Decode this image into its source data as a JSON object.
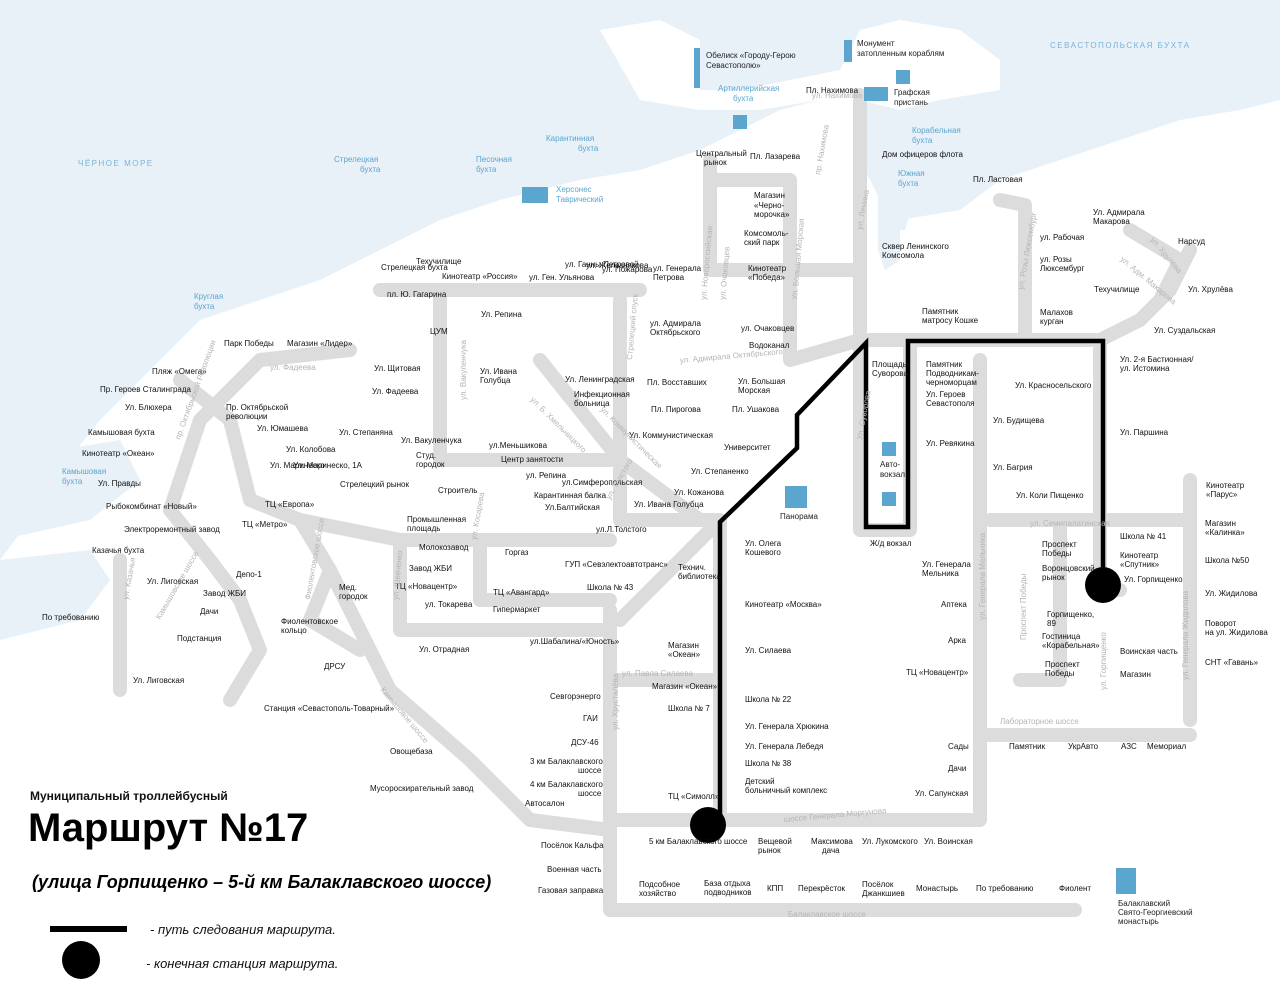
{
  "legend": {
    "title_small": "Муниципальный троллейбусный",
    "title": "Маршрут №17",
    "subtitle": "(улица Горпищенко – 5-й км Балаклавского шоссе)",
    "line_desc": "- путь следования маршрута.",
    "dot_desc": "- конечная станция маршрута."
  },
  "water": {
    "black_sea": "ЧЁРНОЕ МОРЕ",
    "sev_bay": "СЕВАСТОПОЛЬСКАЯ БУХТА",
    "strelets1": "Стрелецкая",
    "strelets2": "бухта",
    "pesoch1": "Песочная",
    "pesoch2": "бухта",
    "karant1": "Карантинная",
    "karant2": "бухта",
    "artil1": "Артиллерийская",
    "artil2": "бухта",
    "korab1": "Корабельная",
    "korab2": "бухта",
    "yuzh1": "Южная",
    "yuzh2": "бухта",
    "krug1": "Круглая",
    "krug2": "бухта",
    "kam1": "Камышовая",
    "kam2": "бухта",
    "hers1": "Херсонес",
    "hers2": "Таврический"
  },
  "poi": {
    "obelisk1": "Обелиск «Городу-Герою",
    "obelisk2": "Севастополю»",
    "monument1": "Монумент",
    "monument2": "затопленным кораблям",
    "graf1": "Графская",
    "graf2": "пристань",
    "panorama": "Панорама",
    "avto1": "Авто-",
    "avto2": "вокзал",
    "monast1": "Балаклавский",
    "monast2": "Свято-Георгиевский",
    "monast3": "монастырь"
  },
  "stops": [
    "Пл. Нахимова",
    "Пл. Лазарева",
    "Дом офицеров флота",
    "Центральный",
    "рынок",
    "Магазин",
    "«Черно-",
    "морочка»",
    "Комсомоль-",
    "ский парк",
    "Кинотеатр",
    "«Победа»",
    "Сквер Ленинского",
    "Комсомола",
    "Пл. Ластовая",
    "Ул. Адмирала",
    "Макарова",
    "Нарсуд",
    "ул. Рабочая",
    "ул. Розы",
    "Люксембург",
    "Техучилище",
    "Ул. Хрулёва",
    "Малахов",
    "курган",
    "Ул. Суздальская",
    "Памятник",
    "матросу Кошке",
    "Ул. 2-я Бастионная/",
    "ул. Истомина",
    "Площадь",
    "Суворова",
    "Памятник",
    "Подводникам-",
    "черноморцам",
    "Ул. Героев",
    "Севастополя",
    "Ул. Красносельского",
    "Ул. Паршина",
    "Ул. Ревякина",
    "Ул. Будищева",
    "Ул. Багрия",
    "Ул. Коли Пищенко",
    "Кинотеатр",
    "«Парус»",
    "Школа № 41",
    "Магазин",
    "«Калинка»",
    "Кинотеатр",
    "«Спутник»",
    "Ул. Горпищенко",
    "Школа №50",
    "Ул. Жидилова",
    "Проспект",
    "Победы",
    "Воронцовский",
    "рынок",
    "Горпищенко,",
    "89",
    "Гостиница",
    "«Корабельная»",
    "Поворот",
    "на ул. Жидилова",
    "Проспект",
    "Победы",
    "Воинская часть",
    "СНТ «Гавань»",
    "Магазин",
    "Ж/д вокзал",
    "Ул. Генерала",
    "Мельника",
    "Аптека",
    "Арка",
    "ТЦ «Новацентр»",
    "Сады",
    "Дачи",
    "Ул. Сапунская",
    "Памятник",
    "УкрАвто",
    "АЗС",
    "Мемориал",
    "ул. Генерала",
    "Петрова",
    "ул. Адмирала",
    "Октябрьского",
    "ул. Очаковцев",
    "Водоканал",
    "Пл. Восставших",
    "Ул. Большая",
    "Морская",
    "Пл. Пирогова",
    "Пл. Ушакова",
    "Университет",
    "Ул. Степаненко",
    "Ул. Кожанова",
    "Ул. Ивана Голубца",
    "Ул. Коммунистическая",
    "Ул. Ленинградская",
    "Инфекционная",
    "больница",
    "Ул. Олега",
    "Кошевого",
    "Технич.",
    "библиотека",
    "Кинотеатр «Москва»",
    "Ул. Силаева",
    "Школа № 22",
    "Ул. Генерала Хрюкина",
    "Ул. Генерала Лебедя",
    "Школа № 38",
    "Детский",
    "больничный комплекс",
    "ТЦ «Симолл»",
    "5 км Балаклавского шоссе",
    "Вещевой",
    "рынок",
    "Максимова",
    "дача",
    "Ул. Лукомского",
    "Ул. Воинская",
    "Подсобное",
    "хозяйство",
    "База отдыха",
    "подводников",
    "КПП",
    "Перекрёсток",
    "Посёлок",
    "Джанкшиев",
    "Монастырь",
    "По требованию",
    "Фиолент",
    "Магазин",
    "«Океан»",
    "Магазин «Океан»",
    "Школа № 7",
    "Севгорэнерго",
    "ГАИ",
    "ДСУ-46",
    "3 км Балаклавского",
    "шоссе",
    "4 км Балаклавского",
    "шоссе",
    "Автосалон",
    "Посёлок Кальфа",
    "Военная часть",
    "Газовая заправка",
    "ГУП «Севэлектоавтотранс»",
    "Школа № 43",
    "ТЦ «Авангард»",
    "Гипермаркет",
    "ул.Шабалина/«Юность»",
    "ул.Л.Толстого",
    "Карантинная балка",
    "Ул.Балтийская",
    "ул.Симферопольская",
    "ул. Репина",
    "Центр занятости",
    "ул.Меньшикова",
    "Горгаз",
    "Строитель",
    "Промышленная",
    "площадь",
    "Молокозавод",
    "Завод ЖБИ",
    "ТЦ «Новацентр»",
    "ул. Токарева",
    "Ул. Отрадная",
    "Ул. Вакуленчука",
    "Студ.",
    "городок",
    "ЦУМ",
    "Ул. Репина",
    "Ул. Ивана",
    "Голубца",
    "Ул. Степаняна",
    "Ул. Колобова",
    "Ул. Юмашева",
    "Пр. Октябрьской",
    "революции",
    "Ул. Фадеева",
    "Ул. Щитовая",
    "Магазин «Лидер»",
    "Парк Победы",
    "Пляж «Омега»",
    "Пр. Героев Сталинграда",
    "Ул. Блюхера",
    "Камышовая бухта",
    "Кинотеатр «Океан»",
    "Ул. Правды",
    "Рыбокомбинат «Новый»",
    "Электроремонтный завод",
    "Казачья бухта",
    "Ул. Лиговская",
    "Завод ЖБИ",
    "Дачи",
    "Подстанция",
    "Ул. Лиговская",
    "По требованию",
    "Депо-1",
    "Фиолентовское",
    "кольцо",
    "ДРСУ",
    "Мед.",
    "городок",
    "Станция «Севастополь-Товарный»",
    "Овощебаза",
    "Мусороскирательный завод",
    "Ул. Маринеско, 1А",
    "Ул. Маринеско",
    "ТЦ «Европа»",
    "ТЦ «Метро»",
    "Стрелецкий рынок",
    "Стрелецкая бухта",
    "Техучилище",
    "Кинотеатр «Россия»",
    "ул. Ген. Ульянова",
    "ул. Ганны Петровой",
    "ул. Железнякова",
    "ул. Пожарова",
    "пл. Ю. Гагарина"
  ],
  "streets": [
    "ул. Нахимова",
    "пр. Нахимова",
    "ул. Ленина",
    "Ул. Суворова",
    "ул. Генерала Мельника",
    "Проспект Победы",
    "ул. Хрулёва",
    "ул. Розы Люксембург",
    "ул. Адм. Макарова",
    "ул. Семипалатинская",
    "ул. Генерала Жидилова",
    "Лабораторное шоссе",
    "ул. Горпищенко",
    "ул. Хрусталёва",
    "ул. Павла Силаева",
    "шоссе Генерала Моргунова",
    "Балаклавское шоссе",
    "Камышовое шоссе",
    "Фиолентовское шоссе",
    "ул. Адмирала Октябрьского",
    "Ул. Большая Морская",
    "Стрелецкий спуск",
    "ул. Новороссийская",
    "ул. Очаковцев",
    "ул. Вакуленчука",
    "ул. Фадеева",
    "пр. Октябрьской Революции",
    "ул. Казачья",
    "Камышовское шоссе",
    "ул. Шевченко",
    "ул. Косарева",
    "ул. Коммунистическая",
    "ул. Б. Хмельницкого",
    "ул. Толстого"
  ]
}
